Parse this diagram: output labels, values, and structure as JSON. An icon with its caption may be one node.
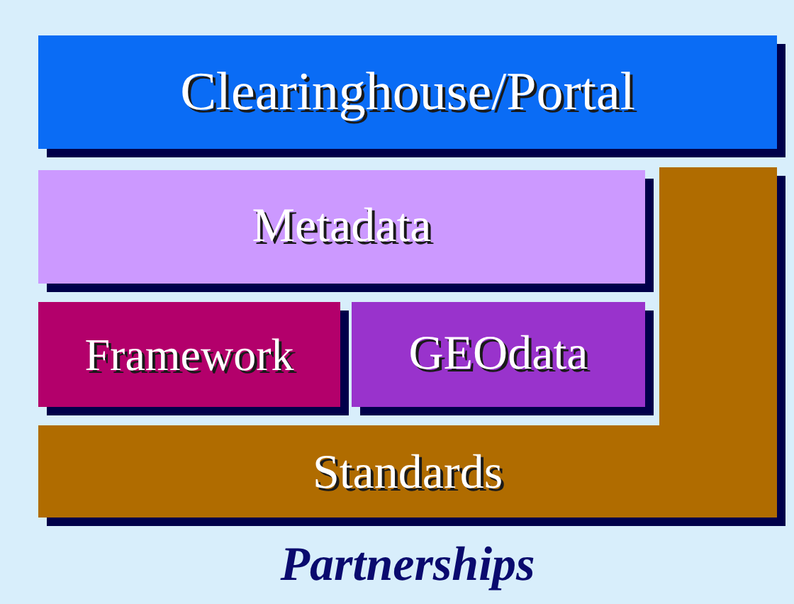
{
  "diagram": {
    "nodes": [
      {
        "text": [
          "Clearinghouse/Portal"
        ]
      },
      {
        "text": [
          "Metadata"
        ]
      },
      {
        "text": [
          "Framework"
        ]
      },
      {
        "text": [
          "GEOdata"
        ]
      },
      {
        "text": [
          "Standards"
        ]
      }
    ],
    "labels": [
      "Partnerships"
    ]
  }
}
